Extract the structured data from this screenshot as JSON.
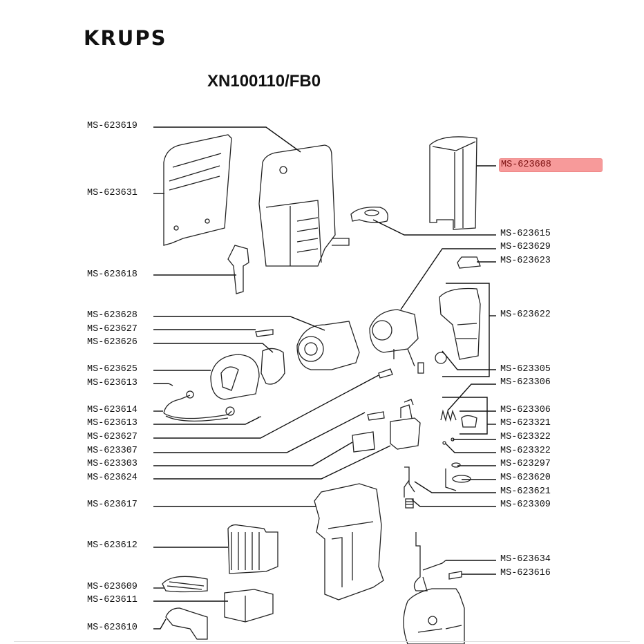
{
  "header": {
    "brand": "KRUPS",
    "model": "XN100110/FB0"
  },
  "highlight_color": "#f79a9a",
  "left_labels": [
    {
      "id": "623619",
      "text": "MS-623619"
    },
    {
      "id": "623631",
      "text": "MS-623631"
    },
    {
      "id": "623618",
      "text": "MS-623618"
    },
    {
      "id": "623628",
      "text": "MS-623628"
    },
    {
      "id": "623627a",
      "text": "MS-623627"
    },
    {
      "id": "623626",
      "text": "MS-623626"
    },
    {
      "id": "623625",
      "text": "MS-623625"
    },
    {
      "id": "623613a",
      "text": "MS-623613"
    },
    {
      "id": "623614",
      "text": "MS-623614"
    },
    {
      "id": "623613b",
      "text": "MS-623613"
    },
    {
      "id": "623627b",
      "text": "MS-623627"
    },
    {
      "id": "623307",
      "text": "MS-623307"
    },
    {
      "id": "623303",
      "text": "MS-623303"
    },
    {
      "id": "623624",
      "text": "MS-623624"
    },
    {
      "id": "623617",
      "text": "MS-623617"
    },
    {
      "id": "623612",
      "text": "MS-623612"
    },
    {
      "id": "623609",
      "text": "MS-623609"
    },
    {
      "id": "623611",
      "text": "MS-623611"
    },
    {
      "id": "623610",
      "text": "MS-623610"
    }
  ],
  "right_labels": [
    {
      "id": "623608",
      "text": "MS-623608",
      "highlighted": true
    },
    {
      "id": "623615",
      "text": "MS-623615"
    },
    {
      "id": "623629",
      "text": "MS-623629"
    },
    {
      "id": "623623",
      "text": "MS-623623"
    },
    {
      "id": "623622",
      "text": "MS-623622"
    },
    {
      "id": "623305",
      "text": "MS-623305"
    },
    {
      "id": "623306a",
      "text": "MS-623306"
    },
    {
      "id": "623306b",
      "text": "MS-623306"
    },
    {
      "id": "623321",
      "text": "MS-623321"
    },
    {
      "id": "623322a",
      "text": "MS-623322"
    },
    {
      "id": "623322b",
      "text": "MS-623322"
    },
    {
      "id": "623297",
      "text": "MS-623297"
    },
    {
      "id": "623620",
      "text": "MS-623620"
    },
    {
      "id": "623621",
      "text": "MS-623621"
    },
    {
      "id": "623309",
      "text": "MS-623309"
    },
    {
      "id": "623634",
      "text": "MS-623634"
    },
    {
      "id": "623616",
      "text": "MS-623616"
    }
  ]
}
